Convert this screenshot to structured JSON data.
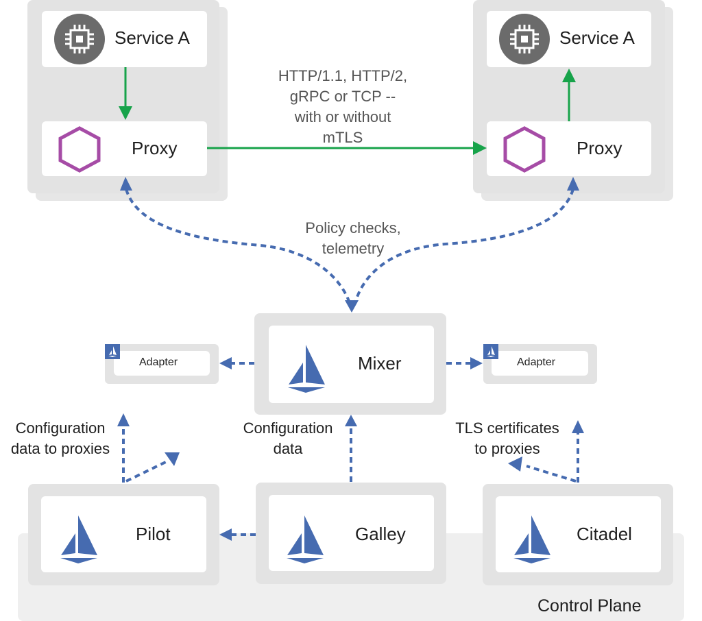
{
  "colors": {
    "green_arrow": "#17a34a",
    "blue_arrow": "#466bb0",
    "proxy_hexagon": "#a64ca6",
    "istio_blue": "#466bb0",
    "chip_circle": "#6b6b6b",
    "card_gray": "#e3e3e3",
    "control_plane_bg": "#efefef"
  },
  "data_plane": {
    "left_pod": {
      "service": {
        "label": "Service A",
        "icon": "chip-icon"
      },
      "proxy": {
        "label": "Proxy",
        "icon": "hexagon-icon"
      }
    },
    "right_pod": {
      "service": {
        "label": "Service A",
        "icon": "chip-icon"
      },
      "proxy": {
        "label": "Proxy",
        "icon": "hexagon-icon"
      }
    },
    "proxy_link_label": [
      "HTTP/1.1, HTTP/2,",
      "gRPC or TCP --",
      "with or without",
      "mTLS"
    ]
  },
  "policy_label": [
    "Policy checks,",
    "telemetry"
  ],
  "mixer": {
    "label": "Mixer",
    "icon": "istio-sail-icon"
  },
  "adapters": [
    {
      "label": "Adapter",
      "icon": "istio-sail-icon"
    },
    {
      "label": "Adapter",
      "icon": "istio-sail-icon"
    }
  ],
  "control_plane": {
    "label": "Control Plane",
    "components": [
      {
        "label": "Pilot",
        "icon": "istio-sail-icon"
      },
      {
        "label": "Galley",
        "icon": "istio-sail-icon"
      },
      {
        "label": "Citadel",
        "icon": "istio-sail-icon"
      }
    ]
  },
  "annotations": {
    "pilot": [
      "Configuration",
      "data to proxies"
    ],
    "galley": [
      "Configuration",
      "data"
    ],
    "citadel": [
      "TLS certificates",
      "to proxies"
    ]
  }
}
